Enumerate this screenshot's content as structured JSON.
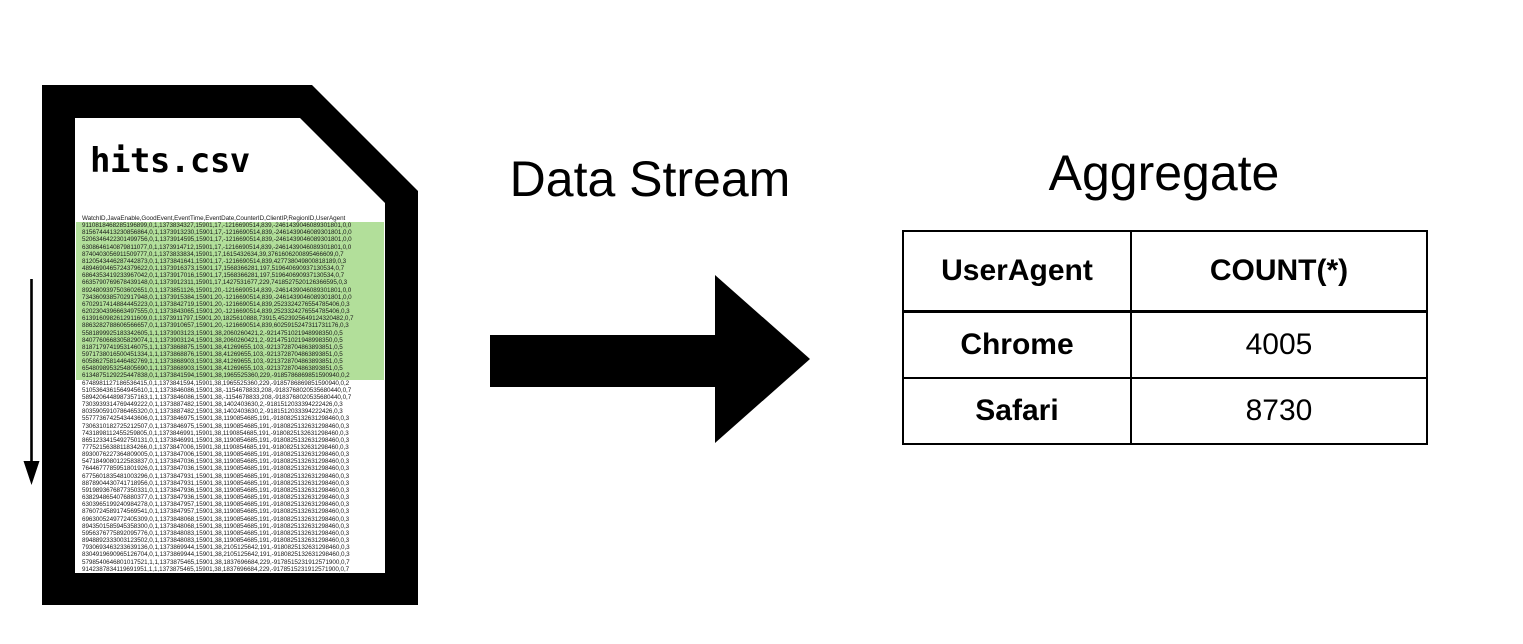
{
  "file_card": {
    "filename": "hits.csv",
    "rows": [
      {
        "t": "WatchID,JavaEnable,GoodEvent,EventTime,EventDate,CounterID,ClientIP,RegionID,UserAgent",
        "h": false
      },
      {
        "t": "9110818468285196899,0,1,1373834327,15901,17,-1216690514,839,-2461439046089301801,0,0",
        "h": true
      },
      {
        "t": "8156744413230856864,0,1,1373913230,15901,17,-1216690514,839,-2461439046089301801,0,0",
        "h": true
      },
      {
        "t": "5206346422301499756,0,1,1373914595,15901,17,-1216690514,839,-2461439046089301801,0,0",
        "h": true
      },
      {
        "t": "6308646140879811077,0,1,1373914712,15901,17,-1216690514,839,-2461439046089301801,0,0",
        "h": true
      },
      {
        "t": "8740403056911509777,0,1,1373833834,15901,17,1615432634,39,3761606200895466609,0,7",
        "h": true
      },
      {
        "t": "8120543446287442873,0,1,1373841641,15901,17,-1216690514,839,427738049800818189,0,3",
        "h": true
      },
      {
        "t": "4894690465724379622,0,1,1373916373,15901,17,1568366281,197,519640690937130534,0,7",
        "h": true
      },
      {
        "t": "6864353419233967042,0,1,1373917016,15901,17,1568366281,197,519640690937130534,0,7",
        "h": true
      },
      {
        "t": "6635790769678439148,0,1,1373912311,15901,17,1427531677,229,7418527520126366595,0,3",
        "h": true
      },
      {
        "t": "8924809397503602651,0,1,1373851126,15901,20,-1216690514,839,-2461439046089301801,0,0",
        "h": true
      },
      {
        "t": "7343609385702917948,0,1,1373915384,15901,20,-1216690514,839,-2461439046089301801,0,0",
        "h": true
      },
      {
        "t": "6702917414884445223,0,1,1373842719,15901,20,-1216690514,839,2523324276554785406,0,3",
        "h": true
      },
      {
        "t": "6202304396663497555,0,1,1373843065,15901,20,-1216690514,839,2523324276554785406,0,3",
        "h": true
      },
      {
        "t": "6139160982612911609,0,1,1373911797,15901,20,1825610888,73915,4523925649124320482,0,7",
        "h": true
      },
      {
        "t": "8863282788606566657,0,1,1373910657,15901,20,-1216690514,839,6025915247311731176,0,3",
        "h": true
      },
      {
        "t": "5581899925183342605,1,1,1373903123,15901,38,2060260421,2,-9214751021948998350,0,5",
        "h": true
      },
      {
        "t": "8407760668305829074,1,1,1373903124,15901,38,2060260421,2,-9214751021948998350,0,5",
        "h": true
      },
      {
        "t": "8187179741953146075,1,1,1373868875,15901,38,41269655,103,-9213728704863893851,0,5",
        "h": true
      },
      {
        "t": "5971738016500451334,1,1,1373868876,15901,38,41269655,103,-9213728704863893851,0,5",
        "h": true
      },
      {
        "t": "6058627581446482769,1,1,1373868903,15901,38,41269655,103,-9213728704863893851,0,5",
        "h": true
      },
      {
        "t": "6548098953254805690,1,1,1373868903,15901,38,41269655,103,-9213728704863893851,0,5",
        "h": true
      },
      {
        "t": "6134875129225447838,0,1,1373841594,15901,38,1965525360,229,-9185786869851590940,0,2",
        "h": true
      },
      {
        "t": "6748981127186536415,0,1,1373841594,15901,38,1965525360,229,-9185786869851590940,0,2",
        "h": false
      },
      {
        "t": "5105364361564945610,1,1,1373846086,15901,38,-1154678833,208,-9183768020535680440,0,7",
        "h": false
      },
      {
        "t": "5894206448987357163,1,1,1373846086,15901,38,-1154678833,208,-9183768020535680440,0,7",
        "h": false
      },
      {
        "t": "7303939314769449222,0,1,1373887482,15901,38,1402403630,2,-9181512033394222426,0,3",
        "h": false
      },
      {
        "t": "8035905910786465320,0,1,1373887482,15901,38,1402403630,2,-9181512033394222426,0,3",
        "h": false
      },
      {
        "t": "5577736742543443606,0,1,1373846975,15901,38,1190854685,191,-9180825132631298460,0,3",
        "h": false
      },
      {
        "t": "7306310182725212507,0,1,1373846975,15901,38,1190854685,191,-9180825132631298460,0,3",
        "h": false
      },
      {
        "t": "7431898112455259805,0,1,1373846991,15901,38,1190854685,191,-9180825132631298460,0,3",
        "h": false
      },
      {
        "t": "8651233415492750131,0,1,1373846991,15901,38,1190854685,191,-9180825132631298460,0,3",
        "h": false
      },
      {
        "t": "7775215638811834266,0,1,1373847006,15901,38,1190854685,191,-9180825132631298460,0,3",
        "h": false
      },
      {
        "t": "8930076227364809005,0,1,1373847006,15901,38,1190854685,191,-9180825132631298460,0,3",
        "h": false
      },
      {
        "t": "5471849080122583837,0,1,1373847036,15901,38,1190854685,191,-9180825132631298460,0,3",
        "h": false
      },
      {
        "t": "7644677785951801926,0,1,1373847036,15901,38,1190854685,191,-9180825132631298460,0,3",
        "h": false
      },
      {
        "t": "6775601835481003296,0,1,1373847931,15901,38,1190854685,191,-9180825132631298460,0,3",
        "h": false
      },
      {
        "t": "8878904430741718956,0,1,1373847931,15901,38,1190854685,191,-9180825132631298460,0,3",
        "h": false
      },
      {
        "t": "5919893676877350331,0,1,1373847936,15901,38,1190854685,191,-9180825132631298460,0,3",
        "h": false
      },
      {
        "t": "6382948654076880377,0,1,1373847936,15901,38,1190854685,191,-9180825132631298460,0,3",
        "h": false
      },
      {
        "t": "6303965199240984278,0,1,1373847957,15901,38,1190854685,191,-9180825132631298460,0,3",
        "h": false
      },
      {
        "t": "8760724589174569541,0,1,1373847957,15901,38,1190854685,191,-9180825132631298460,0,3",
        "h": false
      },
      {
        "t": "6963005249772405309,0,1,1373848068,15901,38,1190854685,191,-9180825132631298460,0,3",
        "h": false
      },
      {
        "t": "8943501585945358300,0,1,1373848068,15901,38,1190854685,191,-9180825132631298460,0,3",
        "h": false
      },
      {
        "t": "5956376775892095776,0,1,1373848083,15901,38,1190854685,191,-9180825132631298460,0,3",
        "h": false
      },
      {
        "t": "8948892333003123502,0,1,1373848083,15901,38,1190854685,191,-9180825132631298460,0,3",
        "h": false
      },
      {
        "t": "7930693463233639136,0,1,1373869944,15901,38,2105125642,191,-9180825132631298460,0,3",
        "h": false
      },
      {
        "t": "8304919690965126704,0,1,1373869944,15901,38,2105125642,191,-9180825132631298460,0,3",
        "h": false
      },
      {
        "t": "5798540646801017521,1,1,1373875465,15901,38,1837696684,229,-9178515231912571900,0,7",
        "h": false
      },
      {
        "t": "9142387834119691951,1,1,1373875465,15901,38,1837696684,229,-9178515231912571900,0,7",
        "h": false
      }
    ]
  },
  "flow": {
    "stream_label": "Data Stream",
    "aggregate_label": "Aggregate"
  },
  "table": {
    "headers": [
      "UserAgent",
      "COUNT(*)"
    ],
    "rows": [
      [
        "Chrome",
        "4005"
      ],
      [
        "Safari",
        "8730"
      ]
    ]
  },
  "colors": {
    "row_highlight": "#b2df9a",
    "ink": "#000000"
  }
}
